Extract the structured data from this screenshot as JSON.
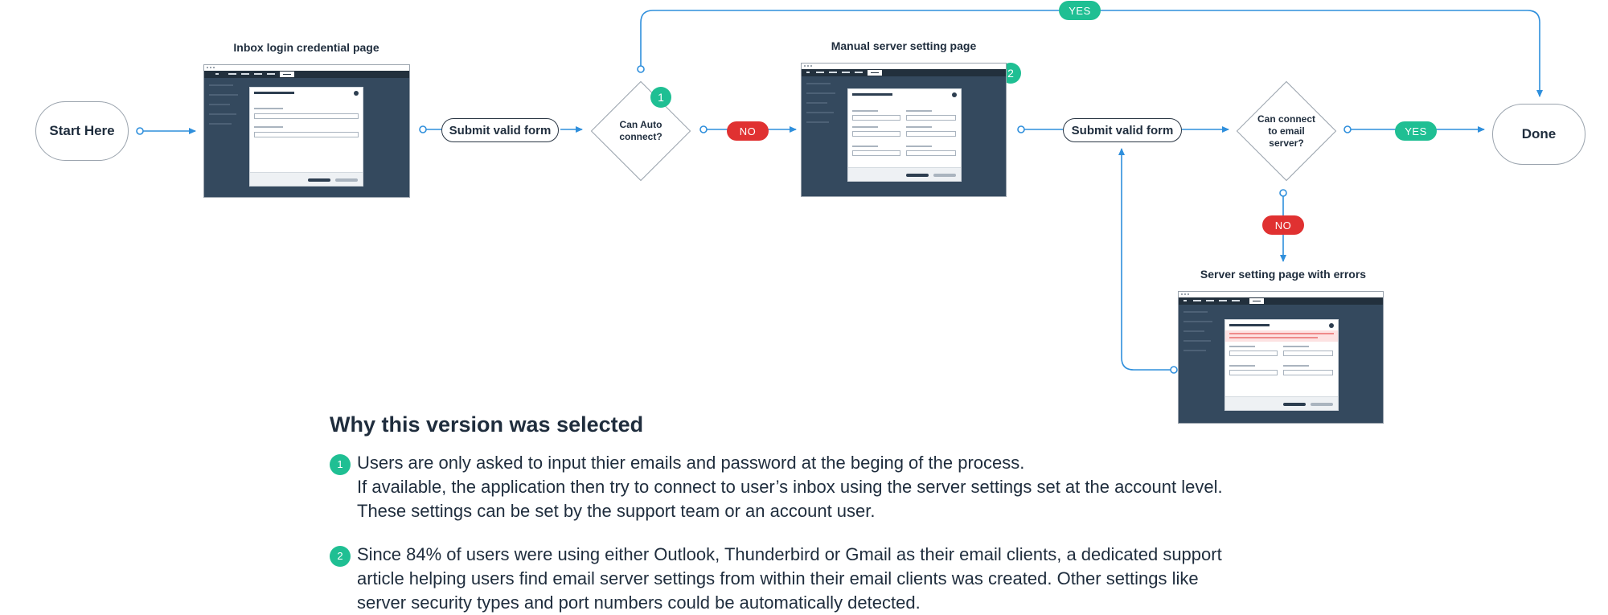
{
  "nodes": {
    "start": "Start Here",
    "done": "Done",
    "submit_1": "Submit valid form",
    "submit_2": "Submit valid form"
  },
  "decisions": {
    "auto_connect": "Can Auto\nconnect?",
    "email_server": "Can connect\nto email\nserver?"
  },
  "badges": {
    "one": "1",
    "two": "2"
  },
  "tags": {
    "yes_top": "YES",
    "no_1": "NO",
    "yes_right": "YES",
    "no_2": "NO"
  },
  "screens": {
    "inbox_login": "Inbox login credential page",
    "manual_server": "Manual server setting page",
    "server_errors": "Server setting page with errors"
  },
  "explanation": {
    "title": "Why this version was selected",
    "notes": [
      {
        "marker": "1",
        "lines": [
          "Users are only asked to input thier emails and password at the beging of the process.",
          "If available, the application then try to connect to user’s inbox using the server settings set at the account level.",
          "These settings can be set by the support team or an account user."
        ]
      },
      {
        "marker": "2",
        "lines": [
          "Since 84% of users were using either Outlook, Thunderbird or Gmail as their email clients, a dedicated support",
          "article helping users find email server settings from within their email clients was created. Other settings like",
          "server security types and port numbers could be automatically detected."
        ]
      }
    ]
  },
  "colors": {
    "connector": "#2f8fdc",
    "yes": "#1fbf93",
    "no": "#e03131",
    "screen_bg": "#34495e",
    "text": "#1f2d3d"
  }
}
